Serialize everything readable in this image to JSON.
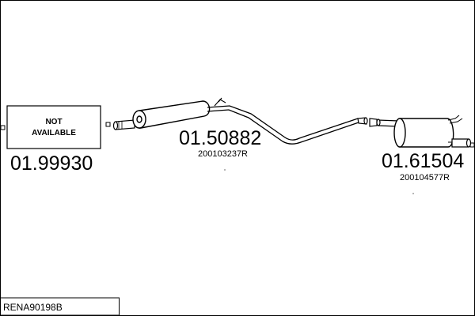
{
  "diagram": {
    "not_available_line1": "NOT",
    "not_available_line2": "AVAILABLE",
    "parts": [
      {
        "part_number": "01.99930",
        "oem_number": ""
      },
      {
        "part_number": "01.50882",
        "oem_number": "200103237R"
      },
      {
        "part_number": "01.61504",
        "oem_number": "200104577R"
      }
    ],
    "reference": "RENA90198B",
    "colors": {
      "line": "#000000",
      "background": "#ffffff"
    }
  }
}
